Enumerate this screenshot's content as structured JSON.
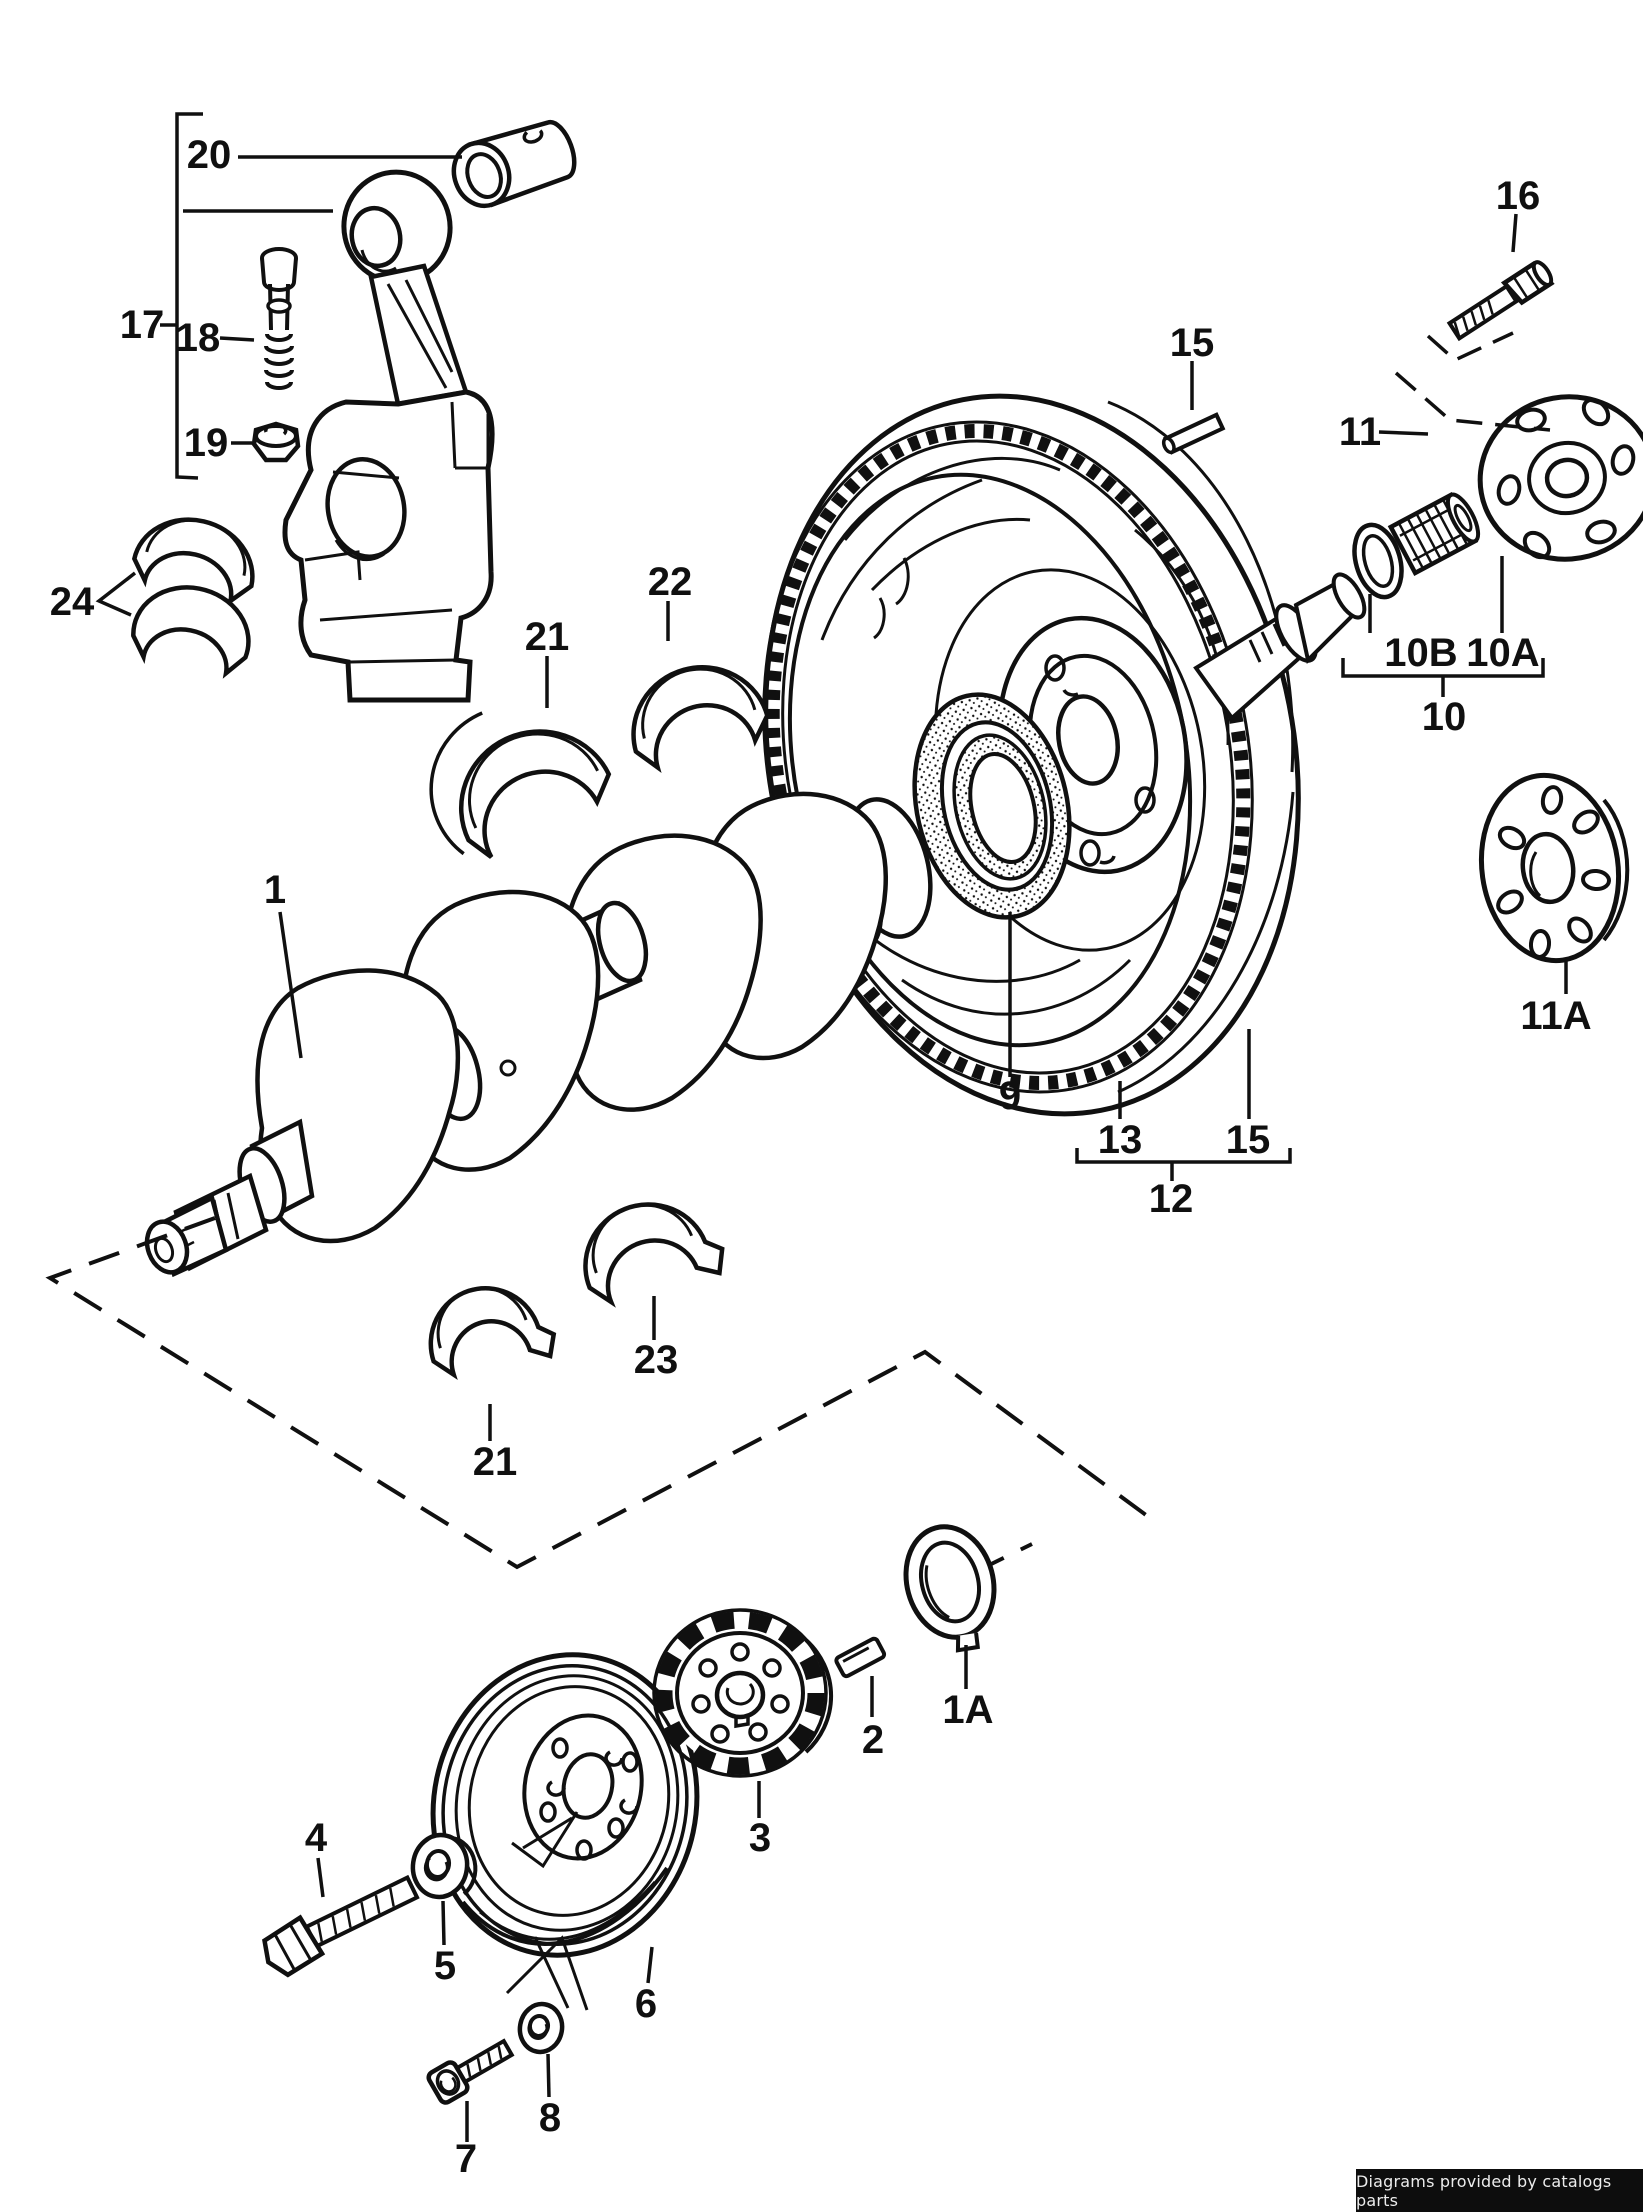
{
  "colors": {
    "ink": "#101010",
    "background": "#ffffff",
    "badge_bg": "#0d0d0d",
    "badge_fg": "#ececec"
  },
  "badge": {
    "text": "Diagrams provided by catalogs parts"
  },
  "labels": [
    {
      "part": "piston-pin-bushing",
      "text": "20"
    },
    {
      "part": "connecting-rod-assembly",
      "text": "17"
    },
    {
      "part": "connecting-rod-bolt",
      "text": "18"
    },
    {
      "part": "connecting-rod-nut",
      "text": "19"
    },
    {
      "part": "connecting-rod-bearing-shells",
      "text": "24"
    },
    {
      "part": "thrust-bearing-shell",
      "text": "22"
    },
    {
      "part": "main-bearing-shell-upper",
      "text": "21"
    },
    {
      "part": "crankshaft",
      "text": "1"
    },
    {
      "part": "flywheel-bolt",
      "text": "16"
    },
    {
      "part": "dowel-pin-top",
      "text": "15"
    },
    {
      "part": "flange",
      "text": "11"
    },
    {
      "part": "seal-ring",
      "text": "10B"
    },
    {
      "part": "needle-bearing",
      "text": "10A"
    },
    {
      "part": "bearing-group",
      "text": "10"
    },
    {
      "part": "drive-plate",
      "text": "11A"
    },
    {
      "part": "spacer-ring",
      "text": "9"
    },
    {
      "part": "ring-gear",
      "text": "13"
    },
    {
      "part": "dowel-pin-bottom",
      "text": "15"
    },
    {
      "part": "flywheel-group",
      "text": "12"
    },
    {
      "part": "main-bearing-shell-lower-thrust",
      "text": "23"
    },
    {
      "part": "main-bearing-shell-lower",
      "text": "21"
    },
    {
      "part": "oil-seal-half",
      "text": "1A"
    },
    {
      "part": "roll-pin",
      "text": "2"
    },
    {
      "part": "crankshaft-sprocket",
      "text": "3"
    },
    {
      "part": "pulley-bolt",
      "text": "4"
    },
    {
      "part": "pulley-washer",
      "text": "5"
    },
    {
      "part": "v-belt-pulley",
      "text": "6"
    },
    {
      "part": "small-washer",
      "text": "8"
    },
    {
      "part": "socket-head-bolt",
      "text": "7"
    }
  ]
}
